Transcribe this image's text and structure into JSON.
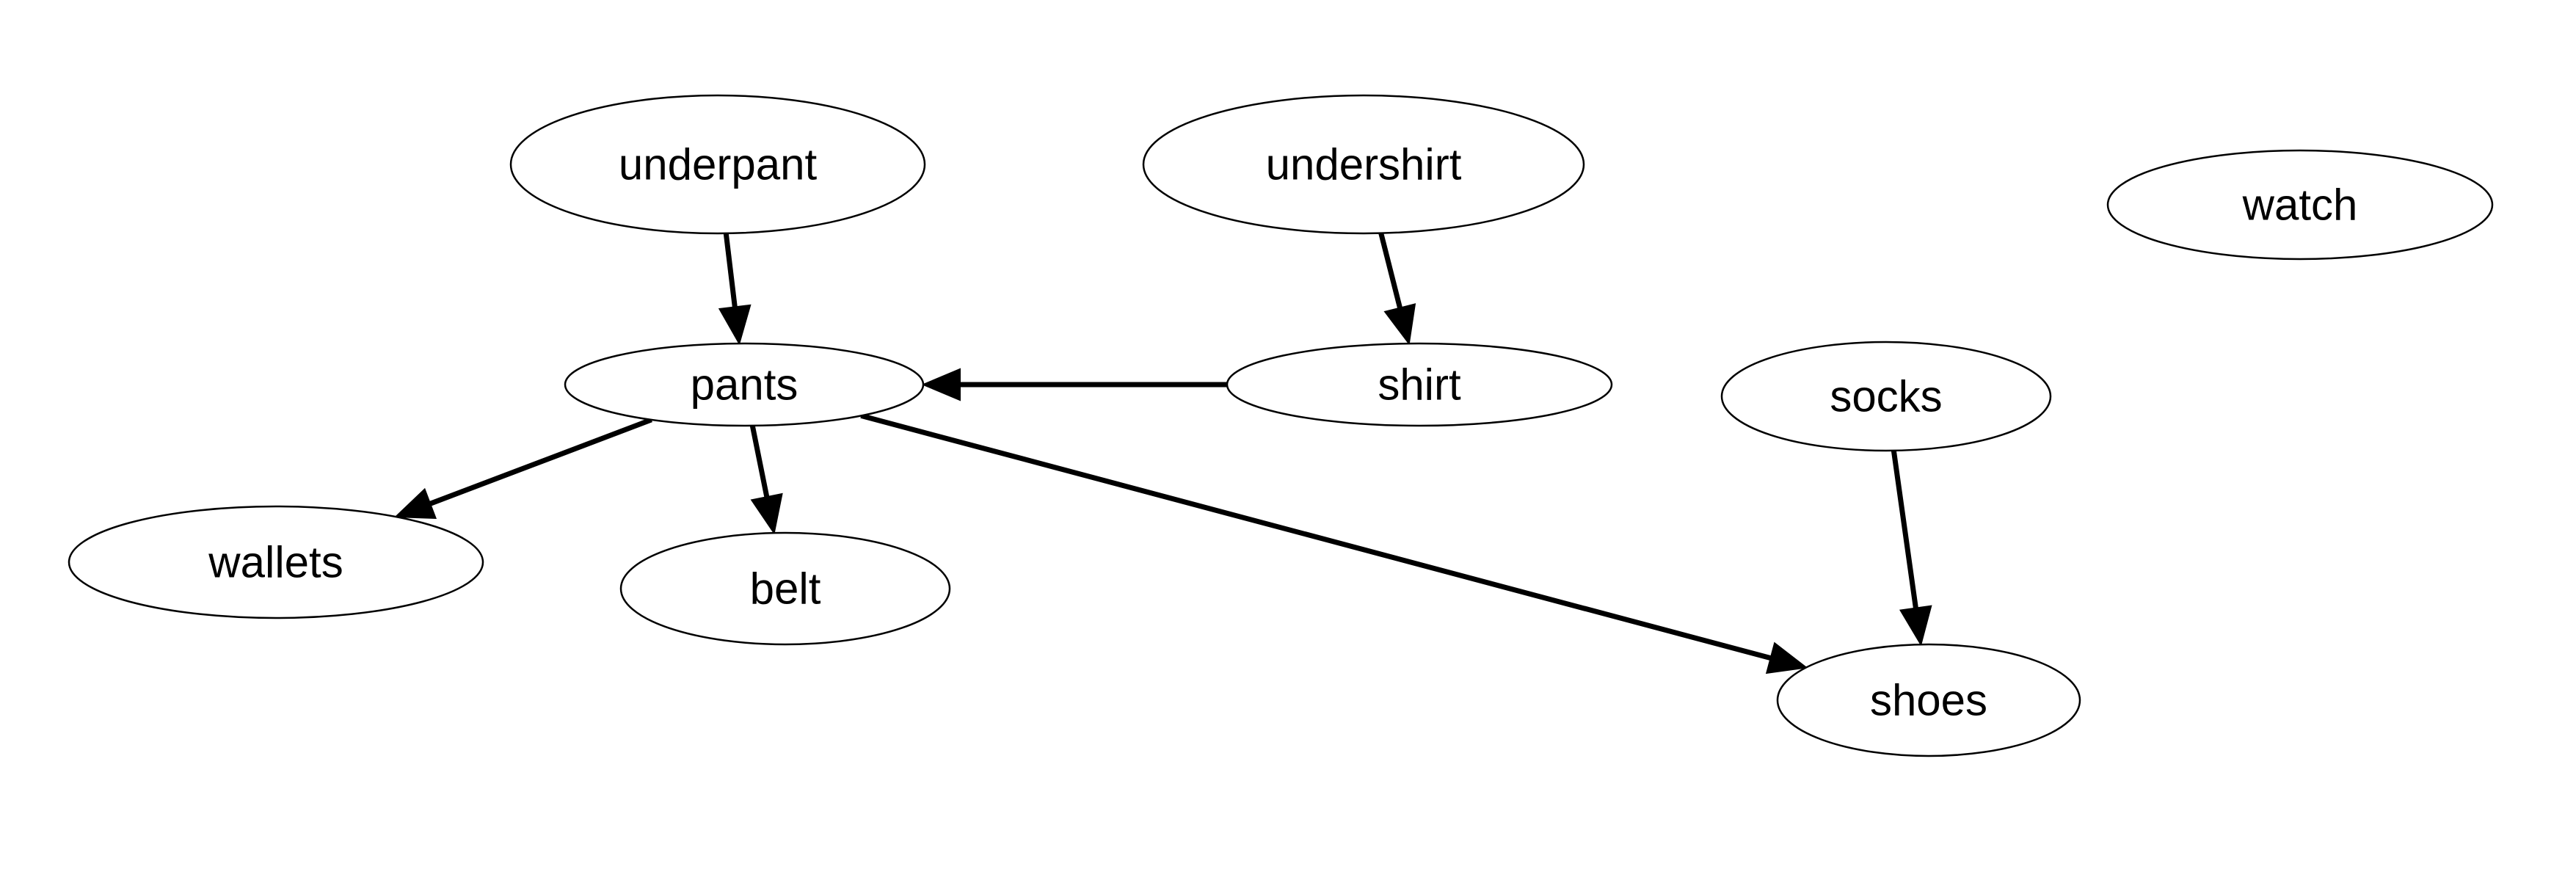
{
  "diagram": {
    "nodes": [
      {
        "id": "underpant",
        "label": "underpant"
      },
      {
        "id": "undershirt",
        "label": "undershirt"
      },
      {
        "id": "watch",
        "label": "watch"
      },
      {
        "id": "pants",
        "label": "pants"
      },
      {
        "id": "shirt",
        "label": "shirt"
      },
      {
        "id": "socks",
        "label": "socks"
      },
      {
        "id": "wallets",
        "label": "wallets"
      },
      {
        "id": "belt",
        "label": "belt"
      },
      {
        "id": "shoes",
        "label": "shoes"
      }
    ],
    "edges": [
      {
        "from": "underpant",
        "to": "pants"
      },
      {
        "from": "undershirt",
        "to": "shirt"
      },
      {
        "from": "shirt",
        "to": "pants"
      },
      {
        "from": "pants",
        "to": "wallets"
      },
      {
        "from": "pants",
        "to": "belt"
      },
      {
        "from": "pants",
        "to": "shoes"
      },
      {
        "from": "socks",
        "to": "shoes"
      }
    ],
    "colors": {
      "node_fill": "#ffffff",
      "stroke": "#000000",
      "text": "#000000",
      "background": "#ffffff"
    }
  }
}
